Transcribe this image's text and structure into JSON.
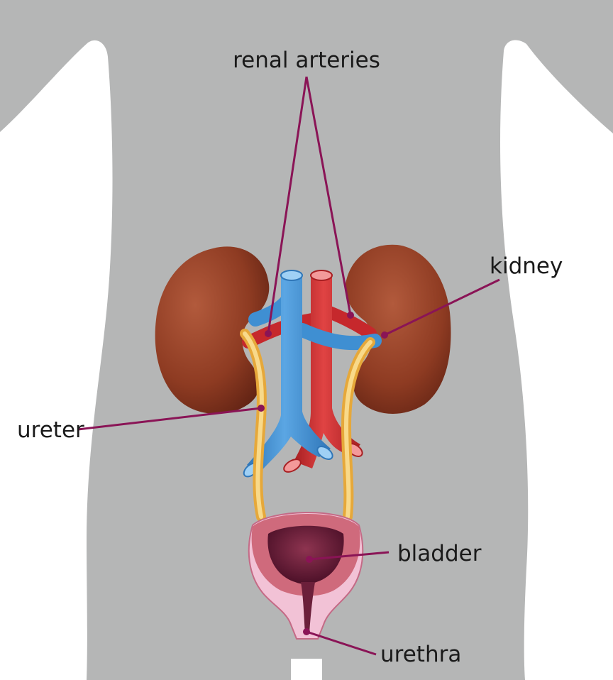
{
  "labels": {
    "renal_arteries": "renal arteries",
    "kidney": "kidney",
    "ureter": "ureter",
    "bladder": "bladder",
    "urethra": "urethra"
  },
  "colors": {
    "body_silhouette": "#b5b6b6",
    "kidney": "#8e3b22",
    "artery": "#d22f2f",
    "vein": "#3f8fd2",
    "ureter": "#f2c25a",
    "bladder_wall": "#cf6a7c",
    "bladder_lumen": "#6b1f3a",
    "leader_line": "#8a1456"
  }
}
